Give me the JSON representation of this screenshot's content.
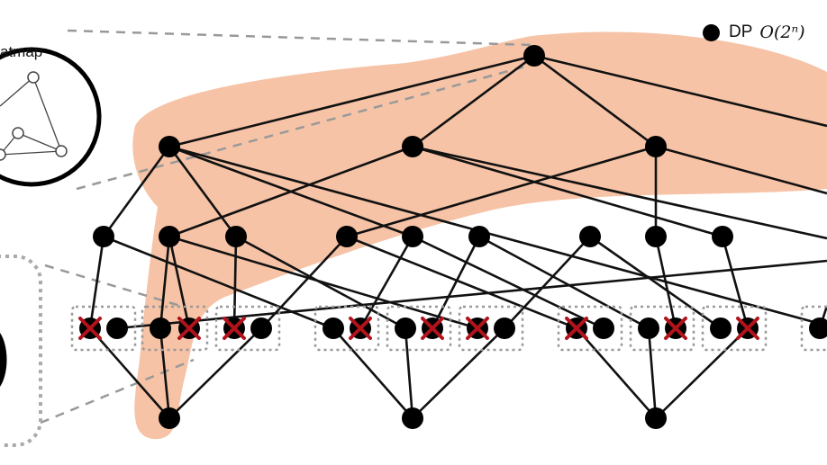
{
  "legend": {
    "label": "DP",
    "complexity": "O(2ⁿ)"
  },
  "inset": {
    "label": "atmap"
  },
  "colors": {
    "highlight": "#f5c0a1",
    "node": "#000000",
    "edge": "#111111",
    "cross": "#b3121b",
    "dashed": "#999999"
  }
}
